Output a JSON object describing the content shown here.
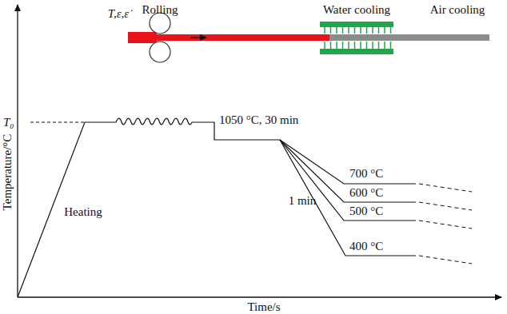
{
  "diagram": {
    "labels": [
      "T,ε,ε̇",
      "Rolling",
      "Water cooling",
      "Air cooling",
      "T₀",
      "Heating",
      "1050 °C, 30 min",
      "1 min",
      "700 °C",
      "600 °C",
      "500 °C",
      "400 °C",
      "Temperature/°C",
      "Time/s"
    ]
  }
}
